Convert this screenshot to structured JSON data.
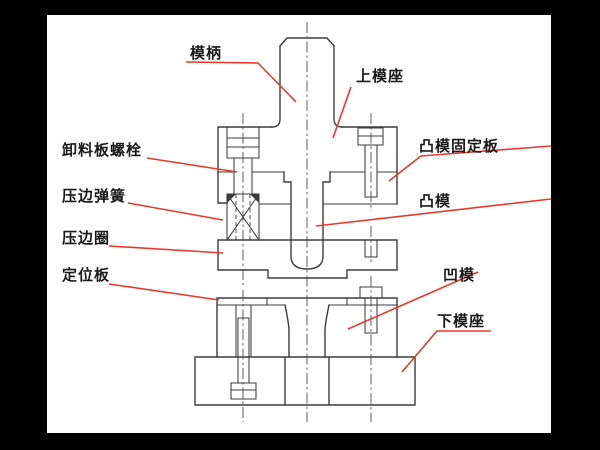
{
  "colors": {
    "frame_background": "#000000",
    "canvas_background": "#ffffff",
    "drawing_line": "#3c3c3c",
    "leader_red": "#e8392e",
    "label_text": "#1a1a1a"
  },
  "labels": [
    {
      "id": "die-shank",
      "text": "模柄"
    },
    {
      "id": "upper-die-holder",
      "text": "上模座"
    },
    {
      "id": "stripper-plate-bolt",
      "text": "卸料板螺栓"
    },
    {
      "id": "blank-holder-spring",
      "text": "压边弹簧"
    },
    {
      "id": "blank-holder-ring",
      "text": "压边圈"
    },
    {
      "id": "locating-plate",
      "text": "定位板"
    },
    {
      "id": "punch-fixing-plate",
      "text": "凸模固定板"
    },
    {
      "id": "punch",
      "text": "凸模"
    },
    {
      "id": "die",
      "text": "凹模"
    },
    {
      "id": "lower-die-holder",
      "text": "下模座"
    }
  ]
}
